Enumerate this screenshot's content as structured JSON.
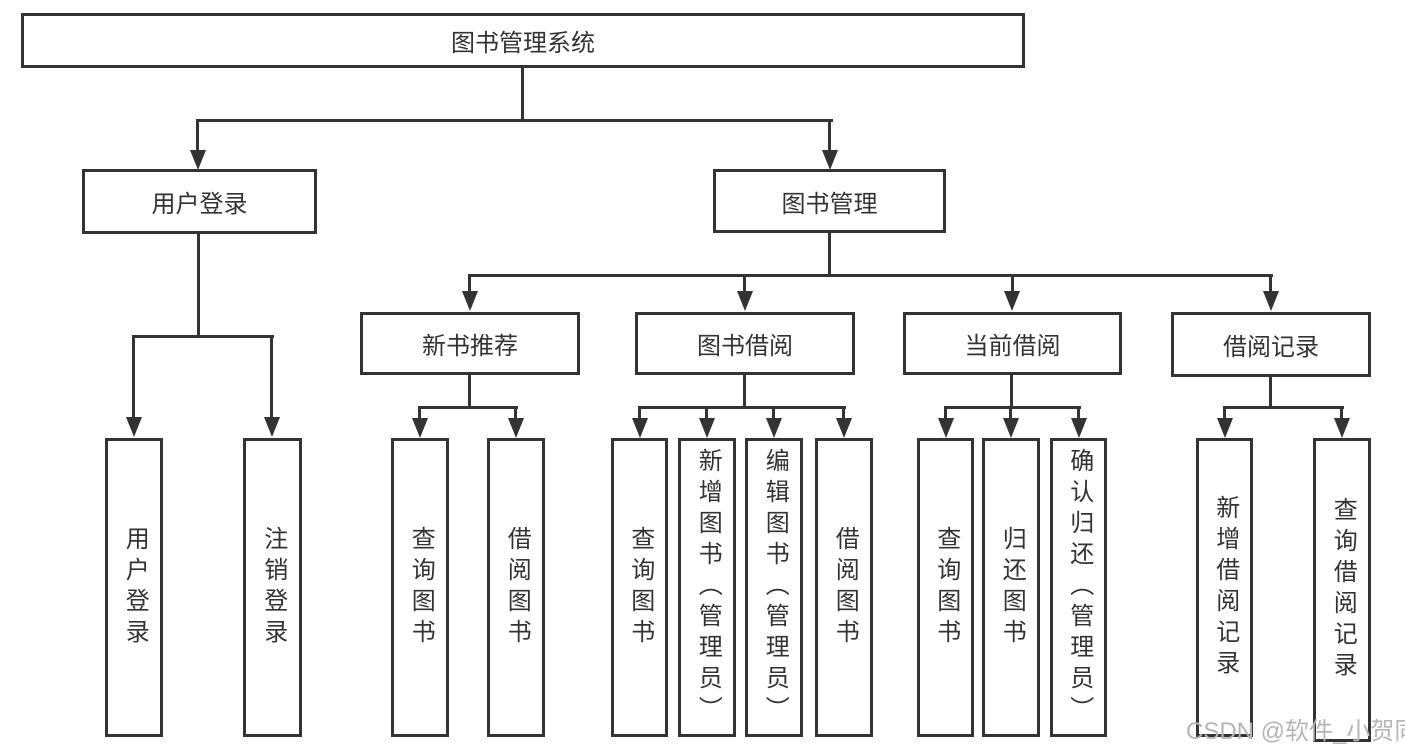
{
  "diagram": {
    "root": "图书管理系统",
    "branches": {
      "user_login": "用户登录",
      "book_mgmt": "图书管理"
    },
    "modules": {
      "new_book_rec": "新书推荐",
      "book_borrow": "图书借阅",
      "current_borrow": "当前借阅",
      "borrow_records": "借阅记录"
    },
    "leaves": {
      "user_login": "用户登录",
      "logout": "注销登录",
      "nb_query_book": "查询图书",
      "nb_borrow_book": "借阅图书",
      "bb_query_book": "查询图书",
      "bb_add_book": "新增图书（管理员）",
      "bb_edit_book": "编辑图书（管理员）",
      "bb_borrow_book": "借阅图书",
      "cb_query_book": "查询图书",
      "cb_return_book": "归还图书",
      "cb_confirm_return": "确认归还（管理员）",
      "br_add_record": "新增借阅记录",
      "br_query_record": "查询借阅记录"
    }
  },
  "watermark": "CSDN @软件_小贺同学",
  "colors": {
    "line": "#333333",
    "box_background": "#ffffff",
    "text": "#333333",
    "watermark": "#b5b5b5"
  }
}
